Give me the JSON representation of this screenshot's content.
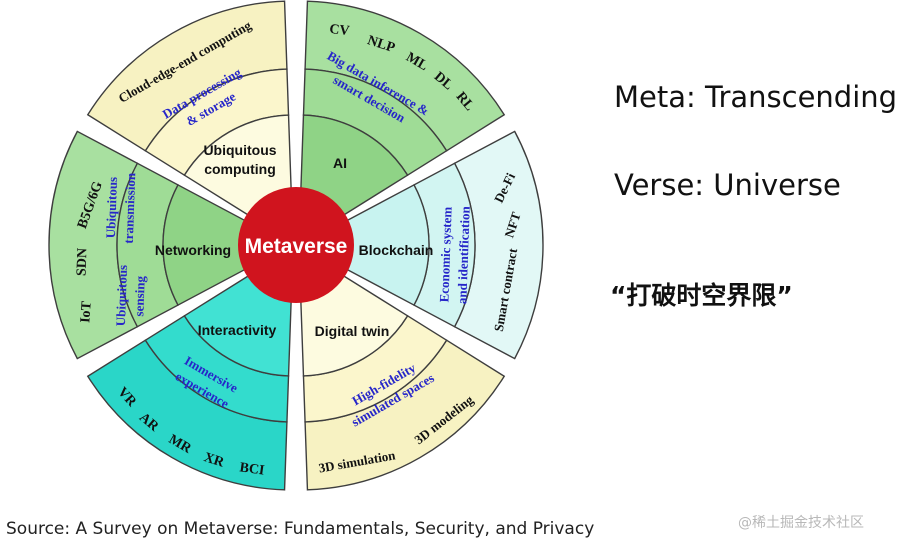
{
  "colors": {
    "green_outer": "#a8e0a0",
    "green_mid": "#9fdc96",
    "green_inner": "#8fd386",
    "yellow_outer": "#f7f2c2",
    "yellow_mid": "#fbf6cc",
    "yellow_inner": "#fdfbe0",
    "cyan_outer": "#e2f8f6",
    "cyan_mid": "#d2f5f2",
    "cyan_inner": "#c8f3f0",
    "teal_outer": "#2ad6c8",
    "teal_mid": "#33dccd",
    "teal_inner": "#41e2d3",
    "hub": "#d0141e",
    "stroke": "#3e3e3e",
    "label_blue": "#2626c9",
    "label_black": "#111111"
  },
  "hub": {
    "label": "Metaverse"
  },
  "sectors": [
    {
      "id": "ubiquitous-computing",
      "core": [
        "Ubiquitous",
        "computing"
      ],
      "middle": [
        "Data processing",
        "& storage"
      ],
      "outer": [
        "Cloud-edge-end computing"
      ]
    },
    {
      "id": "ai",
      "core": [
        "AI"
      ],
      "middle": [
        "Big data inference &",
        "smart decision"
      ],
      "outer": [
        "CV",
        "NLP",
        "ML",
        "DL",
        "RL"
      ]
    },
    {
      "id": "blockchain",
      "core": [
        "Blockchain"
      ],
      "middle": [
        "Economic system",
        "and identification"
      ],
      "outer": [
        "Smart contract",
        "NFT",
        "De-Fi"
      ]
    },
    {
      "id": "digital-twin",
      "core": [
        "Digital twin"
      ],
      "middle": [
        "High-fidelity",
        "simulated spaces"
      ],
      "outer": [
        "3D simulation",
        "3D modeling"
      ]
    },
    {
      "id": "interactivity",
      "core": [
        "Interactivity"
      ],
      "middle": [
        "Immersive",
        "experience"
      ],
      "outer": [
        "VR",
        "AR",
        "MR",
        "XR",
        "BCI"
      ]
    },
    {
      "id": "networking",
      "core": [
        "Networking"
      ],
      "middle": [
        "Ubiquitous",
        "transmission",
        "Ubiquitous",
        "sensing"
      ],
      "outer": [
        "IoT",
        "SDN",
        "B5G/6G"
      ]
    }
  ],
  "side": {
    "meta": "Meta: Transcending",
    "verse": "Verse: Universe",
    "quote": "“打破时空界限”"
  },
  "source": "Source: A Survey on Metaverse: Fundamentals, Security, and Privacy",
  "watermark": "@稀土掘金技术社区"
}
